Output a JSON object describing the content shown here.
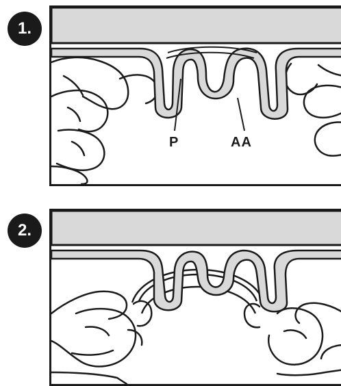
{
  "steps": [
    {
      "number": "1.",
      "labels": {
        "p": "P",
        "aa": "AA"
      }
    },
    {
      "number": "2."
    }
  ],
  "colors": {
    "outline": "#1a1a1a",
    "band_fill": "#d9d9d9",
    "background": "#ffffff"
  }
}
